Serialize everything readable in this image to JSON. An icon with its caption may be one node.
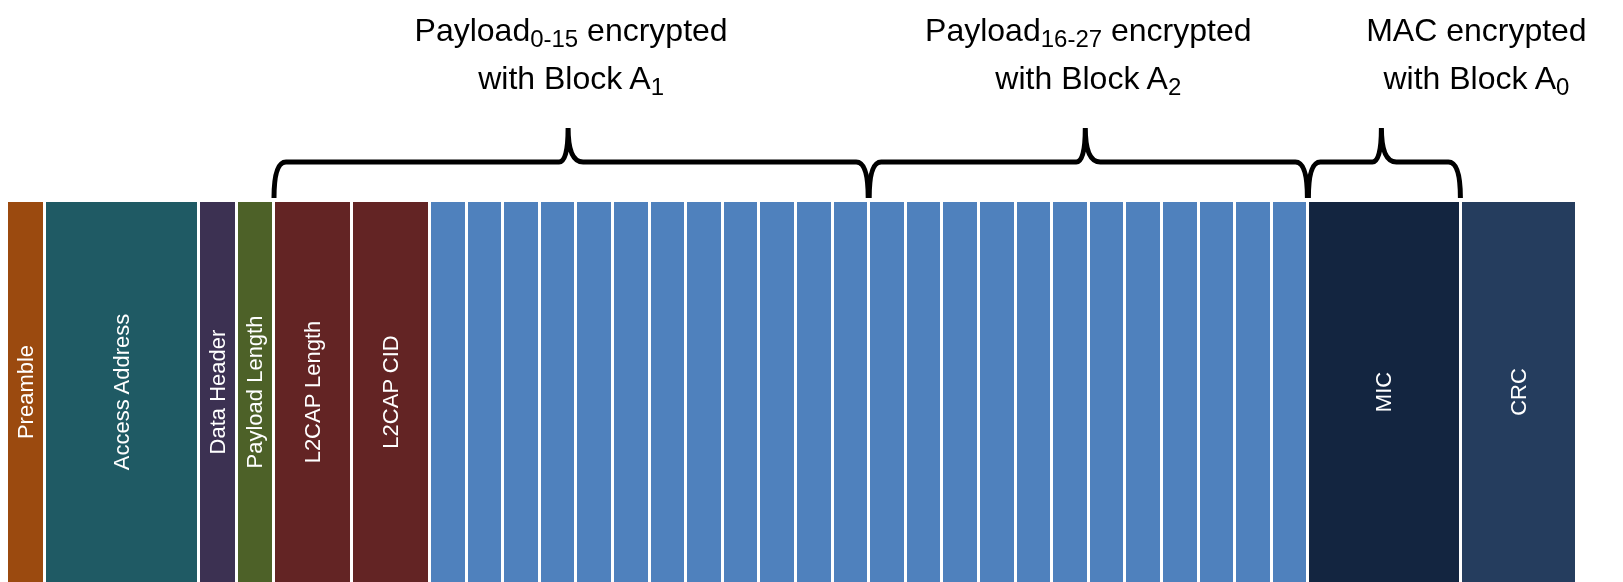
{
  "diagram": {
    "nodes": [
      {
        "text": [
          "Preamble"
        ]
      },
      {
        "text": [
          "Access Address"
        ]
      },
      {
        "text": [
          "Data Header"
        ]
      },
      {
        "text": [
          "Payload Length"
        ]
      },
      {
        "text": [
          "L2CAP Length"
        ]
      },
      {
        "text": [
          "L2CAP CID"
        ]
      },
      {
        "text": [],
        "shape": "box"
      },
      {
        "text": [],
        "shape": "box"
      },
      {
        "text": [],
        "shape": "box"
      },
      {
        "text": [],
        "shape": "box"
      },
      {
        "text": [],
        "shape": "box"
      },
      {
        "text": [],
        "shape": "box"
      },
      {
        "text": [],
        "shape": "box"
      },
      {
        "text": [],
        "shape": "box"
      },
      {
        "text": [],
        "shape": "box"
      },
      {
        "text": [],
        "shape": "box"
      },
      {
        "text": [],
        "shape": "box"
      },
      {
        "text": [],
        "shape": "box"
      },
      {
        "text": [],
        "shape": "box"
      },
      {
        "text": [],
        "shape": "box"
      },
      {
        "text": [],
        "shape": "box"
      },
      {
        "text": [],
        "shape": "box"
      },
      {
        "text": [],
        "shape": "box"
      },
      {
        "text": [],
        "shape": "box"
      },
      {
        "text": [],
        "shape": "box"
      },
      {
        "text": [],
        "shape": "box"
      },
      {
        "text": [],
        "shape": "box"
      },
      {
        "text": [],
        "shape": "box"
      },
      {
        "text": [],
        "shape": "box"
      },
      {
        "text": [],
        "shape": "box"
      },
      {
        "text": [
          "MIC"
        ]
      },
      {
        "text": [
          "CRC"
        ]
      }
    ],
    "labels": [
      "Payload$_{0-15}$ encrypted with Block A$_{1}$",
      "Payload$_{16-27}$ encrypted with Block A$_{2}$",
      "MAC encrypted with Block A$_{0}$"
    ]
  }
}
